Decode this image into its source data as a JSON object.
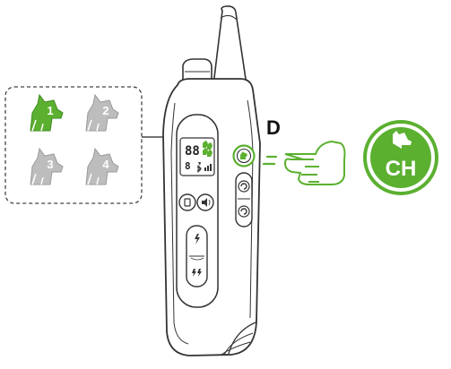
{
  "callout_letter": "D",
  "channel_badge": {
    "text": "CH",
    "icon": "dog-head-icon"
  },
  "channels": [
    {
      "number": "1",
      "active": true
    },
    {
      "number": "2",
      "active": false
    },
    {
      "number": "3",
      "active": false
    },
    {
      "number": "4",
      "active": false
    }
  ],
  "display": {
    "main_digits": "88",
    "small_digit": "8",
    "icons": [
      "channel-dog-icon",
      "light-icon",
      "bluetooth-icon",
      "battery-bars-icon"
    ]
  },
  "buttons": [
    "channel-button",
    "continuous-button",
    "momentary-button",
    "light-button",
    "tone-button",
    "stimulation-rocker"
  ],
  "colors": {
    "accent_green": "#5bb030",
    "device_outline": "#333333",
    "inactive_grey": "#bdbdbd",
    "device_fill": "#ffffff"
  }
}
